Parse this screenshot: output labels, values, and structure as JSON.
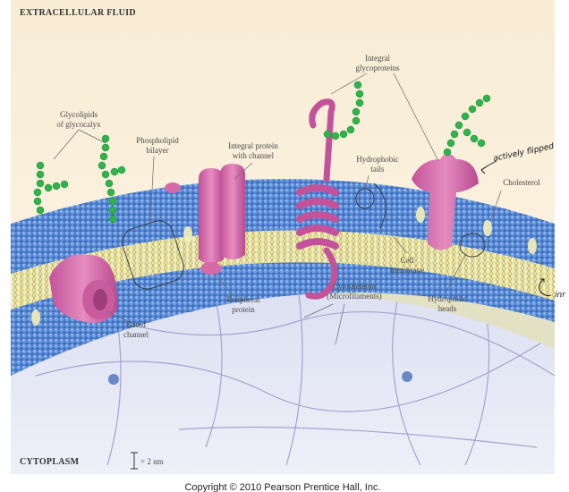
{
  "regions": {
    "top": "EXTRACELLULAR FLUID",
    "bottom": "CYTOPLASM"
  },
  "labels": {
    "glycolipids": [
      "Glycolipids",
      "of glycocalyx"
    ],
    "phospholipid": [
      "Phospholipid",
      "bilayer"
    ],
    "integral_channel": [
      "Integral protein",
      "with channel"
    ],
    "integral_glyco": [
      "Integral",
      "glycoproteins"
    ],
    "hydrophobic": [
      "Hydrophobic",
      "tails"
    ],
    "cholesterol": [
      "Cholesterol"
    ],
    "cell_membrane": [
      "Cell",
      "membrane"
    ],
    "peripheral": [
      "Peripheral",
      "protein"
    ],
    "cytoskeleton": [
      "Cytoskeleton",
      "(Microfilaments)"
    ],
    "hydrophilic": [
      "Hydrophilic",
      "heads"
    ],
    "gated": [
      "Gated",
      "channel"
    ]
  },
  "scale": "= 2 nm",
  "copyright": "Copyright © 2010 Pearson Prentice Hall, Inc.",
  "annotations": {
    "flipped": "actively flipped",
    "inner": "inr"
  },
  "colors": {
    "extracellular": "#fbf1df",
    "cytoplasm": "#dfe3f2",
    "membrane_heads": "#4a7fd0",
    "tails": "#e8e4b0",
    "protein": "#d46aa6",
    "glycocalyx": "#2fb34a",
    "cytoskeleton": "#9c95c8"
  }
}
